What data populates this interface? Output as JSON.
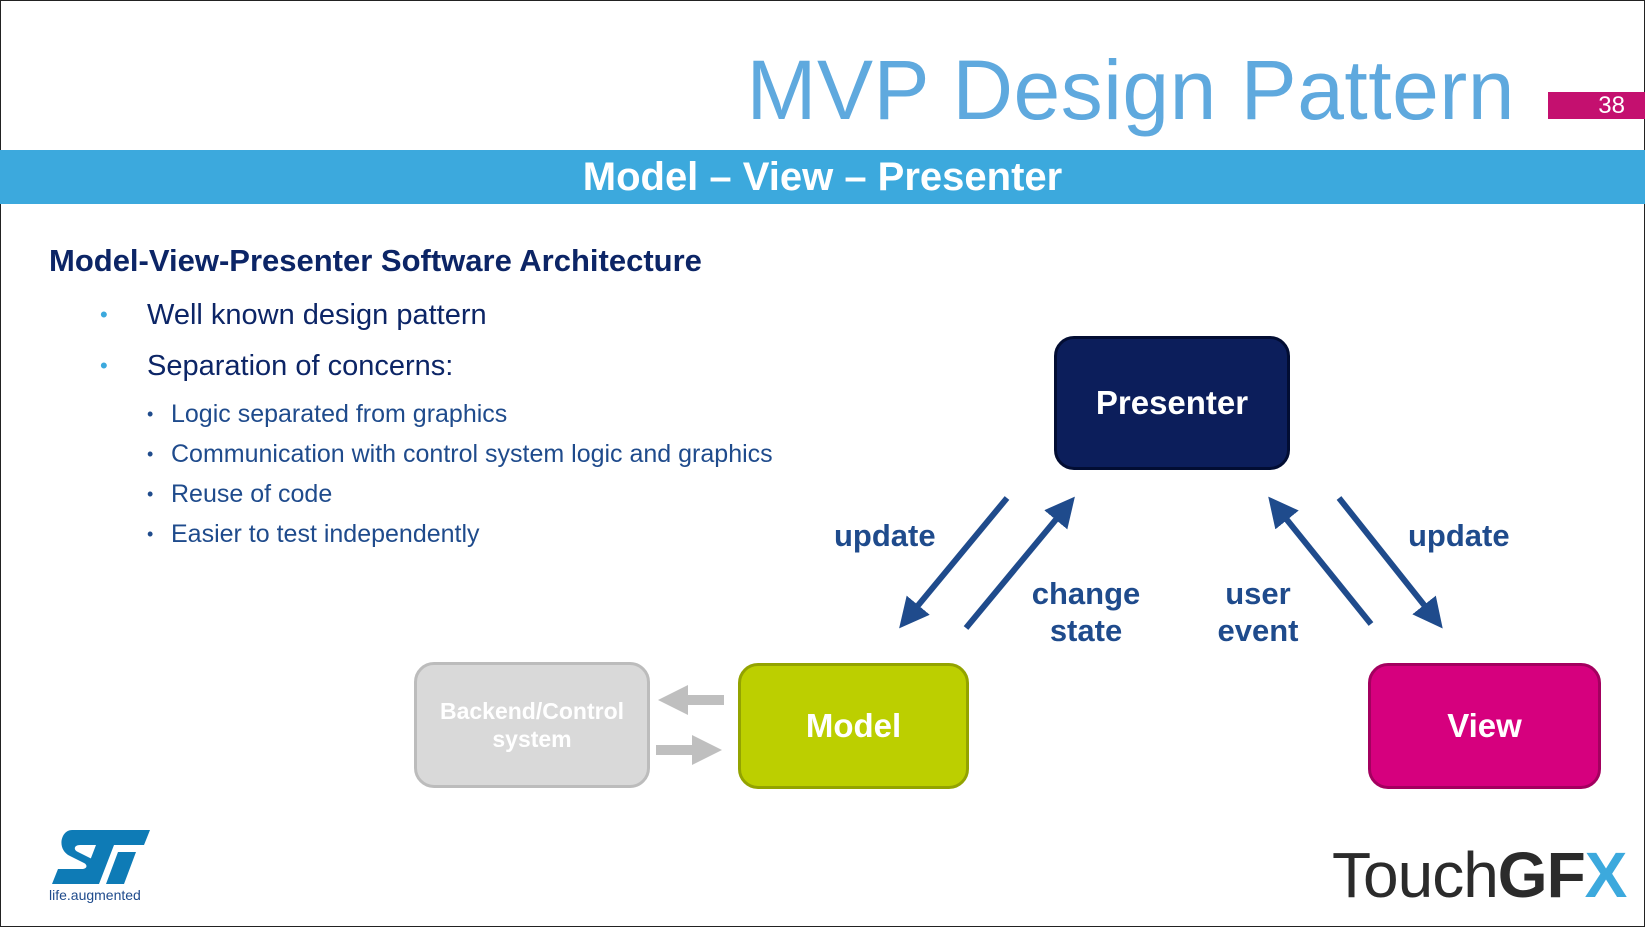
{
  "slide": {
    "title": "MVP Design Pattern",
    "page_number": "38",
    "subtitle": "Model – View – Presenter"
  },
  "content": {
    "heading": "Model-View-Presenter Software Architecture",
    "bullets": [
      "Well known design pattern",
      "Separation of concerns:"
    ],
    "sub_bullets": [
      "Logic separated from graphics",
      "Communication  with control system logic and graphics",
      "Reuse of code",
      "Easier to test independently"
    ]
  },
  "diagram": {
    "presenter": "Presenter",
    "model": "Model",
    "view": "View",
    "backend_line1": "Backend/Control",
    "backend_line2": "system",
    "label_update_left": "update",
    "label_change_1": "change",
    "label_change_2": "state",
    "label_user_1": "user",
    "label_user_2": "event",
    "label_update_right": "update"
  },
  "footer": {
    "st_logo_text": "ST",
    "st_tagline": "life.augmented",
    "brand_prefix": "Touch",
    "brand_bold": "GF",
    "brand_x": "X"
  },
  "colors": {
    "title": "#5fa9de",
    "band": "#3ca9dd",
    "page_badge": "#c4106f",
    "presenter": "#0c1e5b",
    "model": "#bccf00",
    "view": "#d6007e",
    "backend": "#d9d9d9",
    "arrow": "#1f4b8c"
  }
}
